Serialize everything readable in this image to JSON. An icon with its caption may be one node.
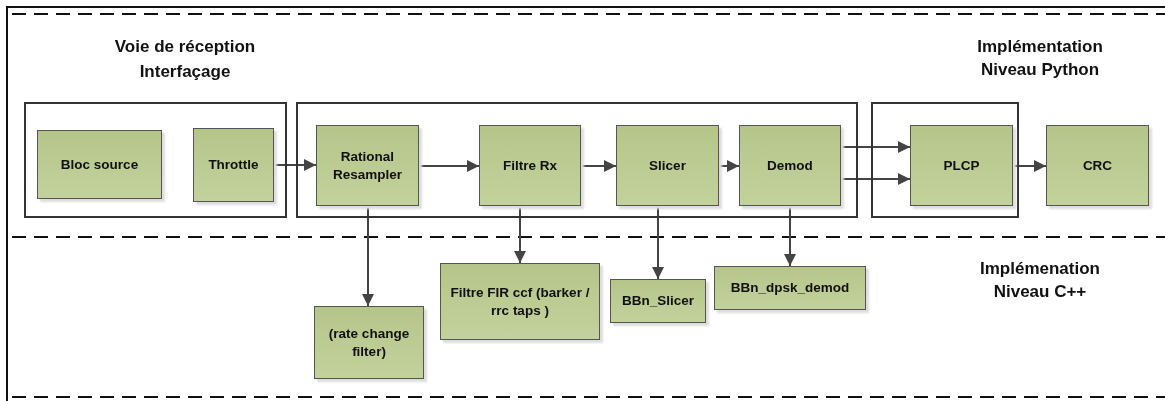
{
  "diagram": {
    "nodes": [
      {
        "text": [],
        "shape": "box"
      },
      {
        "text": [
          "Bloc source"
        ],
        "in": 0
      },
      {
        "text": [
          "Throttle"
        ],
        "in": 0
      },
      {
        "text": [],
        "shape": "box"
      },
      {
        "text": [
          "Rational Resampler"
        ],
        "in": 3
      },
      {
        "text": [
          "Filtre Rx"
        ],
        "in": 3
      },
      {
        "text": [
          "Slicer"
        ],
        "in": 3
      },
      {
        "text": [
          "Demod"
        ],
        "in": 3
      },
      {
        "text": [],
        "shape": "box"
      },
      {
        "text": [
          "PLCP"
        ],
        "in": 8
      },
      {
        "text": [
          "CRC"
        ]
      },
      {
        "text": [
          "(rate change filter)"
        ]
      },
      {
        "text": [
          "Filtre FIR ccf (barker / rrc taps )"
        ]
      },
      {
        "text": [
          "BBn_Slicer"
        ]
      },
      {
        "text": [
          "BBn_dpsk_demod"
        ]
      }
    ],
    "edges": [
      {
        "from": 2,
        "to": 4,
        "arrow": "to"
      },
      {
        "from": 4,
        "to": 5,
        "arrow": "to"
      },
      {
        "from": 5,
        "to": 6,
        "arrow": "to"
      },
      {
        "from": 6,
        "to": 7,
        "arrow": "to"
      },
      {
        "from": 7,
        "to": 9,
        "arrow": "to"
      },
      {
        "from": 7,
        "to": 9,
        "arrow": "to"
      },
      {
        "from": 9,
        "to": 10,
        "arrow": "to"
      },
      {
        "from": 4,
        "to": 11,
        "arrow": "to"
      },
      {
        "from": 5,
        "to": 12,
        "arrow": "to"
      },
      {
        "from": 6,
        "to": 13,
        "arrow": "to"
      },
      {
        "from": 7,
        "to": 14,
        "arrow": "to"
      }
    ],
    "labels": [
      "Voie de réception",
      "Interfaçage",
      "Implémentation Niveau Python",
      "Implémenation Niveau C++"
    ]
  }
}
